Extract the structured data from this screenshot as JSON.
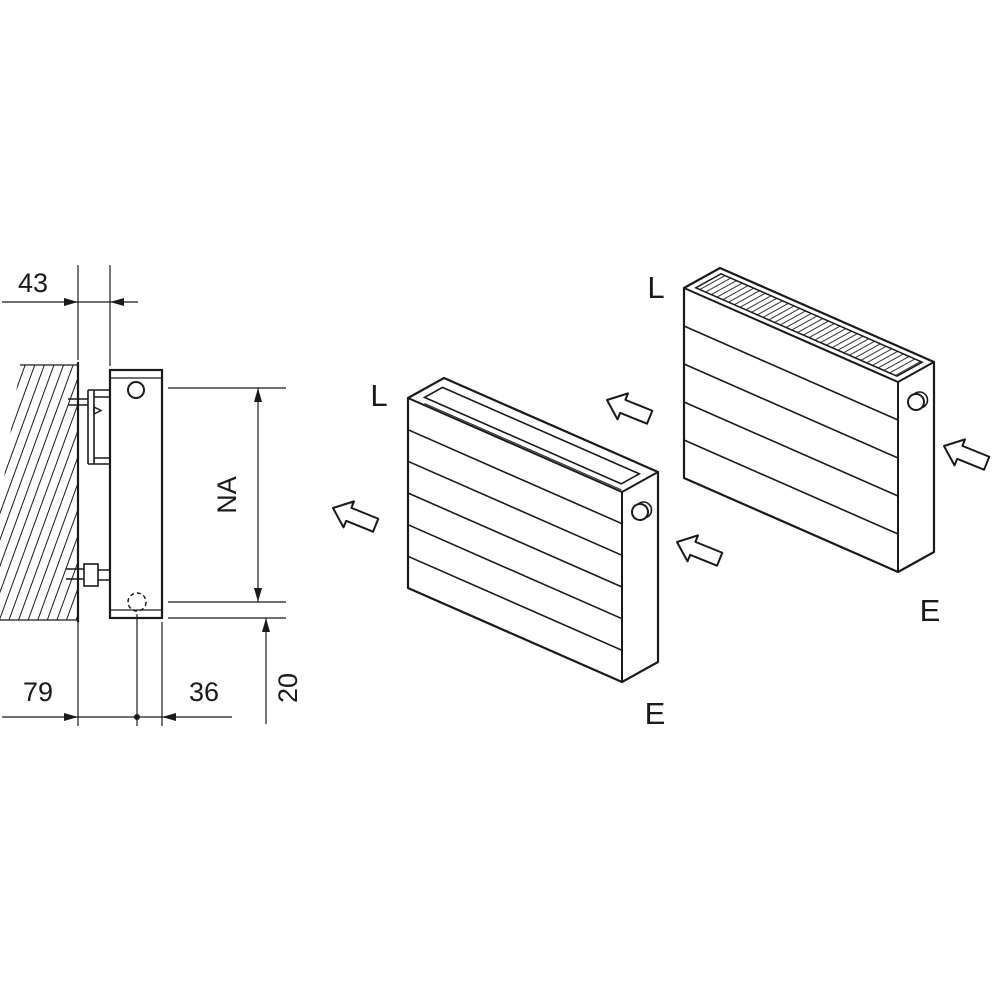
{
  "side_view": {
    "dim_top": "43",
    "dim_height": "NA",
    "dim_bottom_left": "79",
    "dim_bottom_mid": "36",
    "dim_bottom_right": "20"
  },
  "iso_open": {
    "inlet": "L",
    "outlet": "E"
  },
  "iso_grille": {
    "inlet": "L",
    "outlet": "E"
  }
}
